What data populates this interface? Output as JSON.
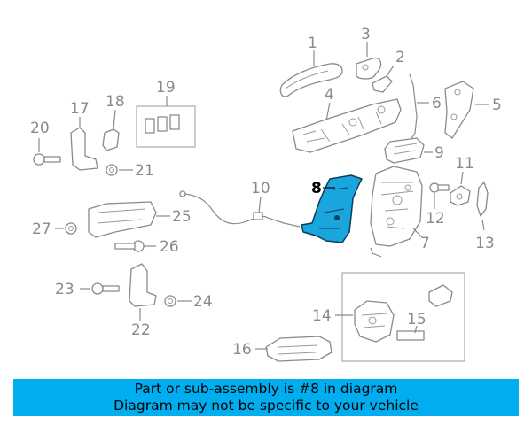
{
  "diagram": {
    "callouts": [
      "1",
      "2",
      "3",
      "4",
      "5",
      "6",
      "7",
      "8",
      "9",
      "10",
      "11",
      "12",
      "13",
      "14",
      "15",
      "16",
      "17",
      "18",
      "19",
      "20",
      "21",
      "22",
      "23",
      "24",
      "25",
      "26",
      "27"
    ],
    "highlighted_callout": "8",
    "highlight_color": "#1aa6dd"
  },
  "banner": {
    "line1": "Part or sub-assembly is #8 in diagram",
    "line2": "Diagram may not be specific to your vehicle",
    "background": "#00adef"
  }
}
